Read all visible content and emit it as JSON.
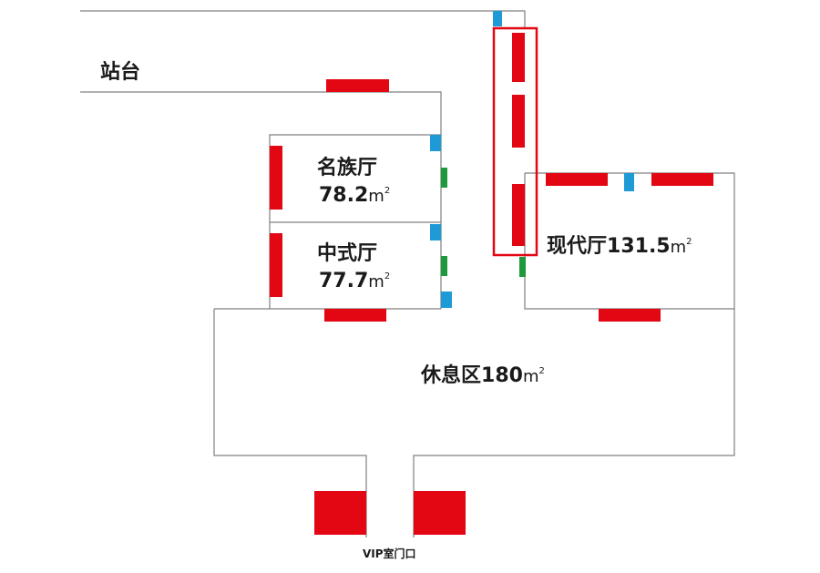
{
  "colors": {
    "wall": "#808080",
    "red_fixture": "#e30613",
    "blue_marker": "#1e9bd7",
    "green_marker": "#1e9a3c",
    "highlight_box": "#e30613",
    "text": "#1a1a1a"
  },
  "labels": {
    "platform": "站台",
    "mingzu_name": "名族厅",
    "mingzu_area": "78.2",
    "zhongshi_name": "中式厅",
    "zhongshi_area": "77.7",
    "xiandai_name": "现代厅",
    "xiandai_area": "131.5",
    "rest_name": "休息区",
    "rest_area": "180",
    "unit": "m",
    "unit_sup": "2",
    "entrance": "VIP室门口"
  }
}
